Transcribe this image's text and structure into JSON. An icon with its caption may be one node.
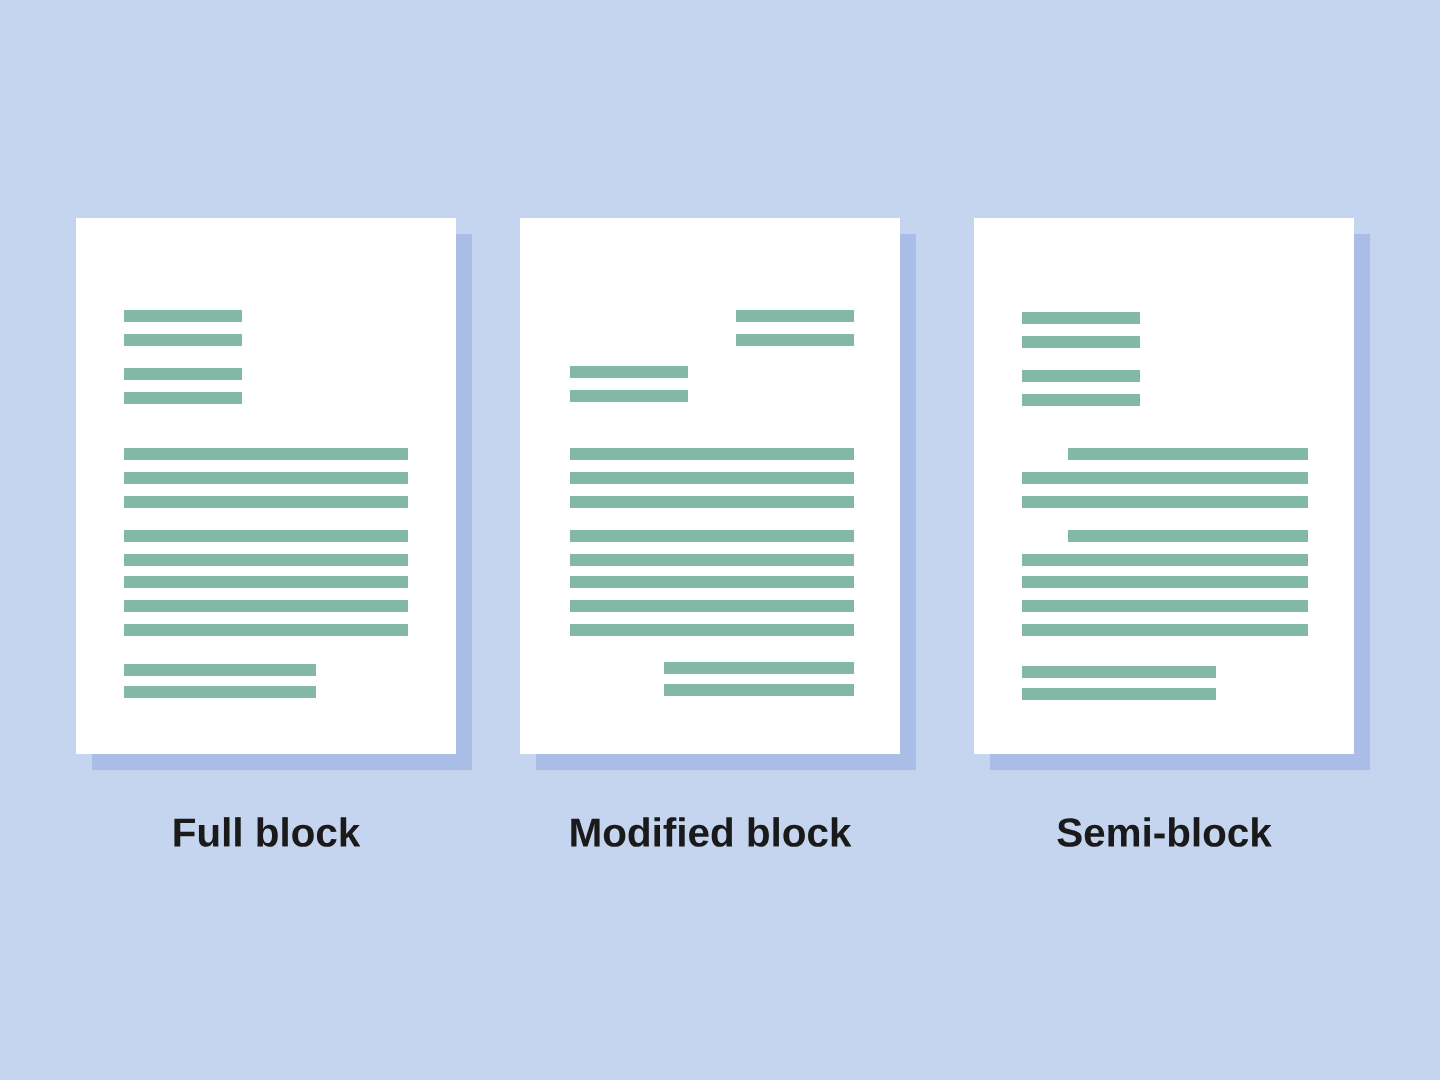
{
  "diagram": {
    "nodes": [
      {
        "text": [],
        "shape": "picture",
        "beside": [
          "Full block"
        ]
      },
      {
        "text": [],
        "shape": "picture",
        "beside": [
          "Modified block"
        ]
      },
      {
        "text": [],
        "shape": "picture",
        "beside": [
          "Semi-block"
        ]
      }
    ]
  }
}
